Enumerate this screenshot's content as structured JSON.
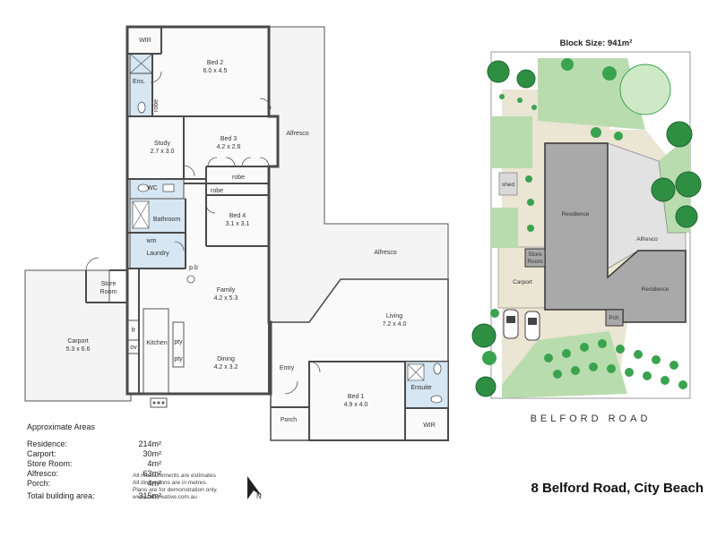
{
  "floorplan": {
    "rooms": {
      "wir_top": "WIR",
      "bed2": {
        "name": "Bed 2",
        "dim": "6.0 x 4.5"
      },
      "ens": "Ens.",
      "robe1": "robe",
      "study": {
        "name": "Study",
        "dim": "2.7 x 3.0"
      },
      "bed3": {
        "name": "Bed 3",
        "dim": "4.2 x 2.6"
      },
      "robe2": "robe",
      "wc": "WC",
      "robe3": "robe",
      "bathroom": "Bathroom",
      "bed4": {
        "name": "Bed 4",
        "dim": "3.1 x 3.1"
      },
      "wm": "wm",
      "laundry": "Laundry",
      "pb": "p.b",
      "store_room": [
        "Store",
        "Room"
      ],
      "family": {
        "name": "Family",
        "dim": "4.2 x 5.3"
      },
      "carport": {
        "name": "Carport",
        "dim": "5.3 x 6.6"
      },
      "fr": "fr",
      "ov": "ov",
      "kitchen": "Kitchen",
      "pty1": "pty",
      "pty2": "pty",
      "dining": {
        "name": "Dining",
        "dim": "4.2 x 3.2"
      },
      "alfresco_top": "Alfresco",
      "alfresco_mid": "Alfresco",
      "living": {
        "name": "Living",
        "dim": "7.2 x 4.0"
      },
      "entry": "Entry",
      "bed1": {
        "name": "Bed 1",
        "dim": "4.9 x 4.0"
      },
      "ensuite": "Ensuite",
      "porch": "Porch",
      "wir_bottom": "WIR"
    }
  },
  "areas": {
    "heading": "Approximate Areas",
    "rows": [
      {
        "label": "Residence:",
        "value": "214m²"
      },
      {
        "label": "Carport:",
        "value": "30m²"
      },
      {
        "label": "Store Room:",
        "value": "4m²"
      },
      {
        "label": "Alfresco:",
        "value": "63m²"
      },
      {
        "label": "Porch:",
        "value": "4m²"
      }
    ],
    "total": {
      "label": "Total building area:",
      "value": "315m²"
    }
  },
  "notes": [
    "All measurements are estimates",
    "All dimensions are in metres.",
    "Plans are for demonstration only.",
    "www.cribcreative.com.au"
  ],
  "north_label": "N",
  "site": {
    "block_size": "Block Size: 941m²",
    "labels": {
      "shed": "shed",
      "residence_top": "Residence",
      "store_room": [
        "Store",
        "Room"
      ],
      "alfresco": "Alfresco",
      "carport": "Carport",
      "residence_bottom": "Residence",
      "porch": "Pch"
    },
    "road": "BELFORD ROAD"
  },
  "address": "8 Belford Road, City Beach",
  "colors": {
    "wall": "#4a4a4a",
    "wet_area": "#d6e6f2",
    "building": "#a9a9a9",
    "lawn": "#b8dcae",
    "paving": "#ebe5d3",
    "tree": "#2e8f43"
  }
}
